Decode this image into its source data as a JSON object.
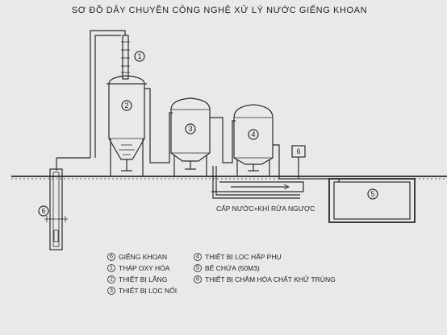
{
  "title": "SƠ ĐỒ DÂY CHUYỀN CÔNG NGHỆ XỬ LÝ NƯỚC GIẾNG KHOAN",
  "flow_caption": "CẤP NƯỚC+KHÍ RỬA NGƯỢC",
  "labels": {
    "tower": "1",
    "settler": "2",
    "float_filter": "3",
    "adsorb_filter": "4",
    "tank": "5",
    "chem_doser": "6",
    "well": "6"
  },
  "legend": [
    {
      "num": "6",
      "text": "GIẾNG KHOAN"
    },
    {
      "num": "1",
      "text": "THÁP OXY HÓA"
    },
    {
      "num": "2",
      "text": "THIẾT BỊ LẮNG"
    },
    {
      "num": "3",
      "text": "THIẾT BỊ LỌC NỔI"
    },
    {
      "num": "4",
      "text": "THIẾT BỊ LỌC HẤP PHỤ"
    },
    {
      "num": "5",
      "text": "BỂ CHỨA (50M3)"
    },
    {
      "num": "6",
      "text": "THIẾT BỊ CHÂM HÓA CHẤT KHỬ TRÙNG"
    }
  ]
}
